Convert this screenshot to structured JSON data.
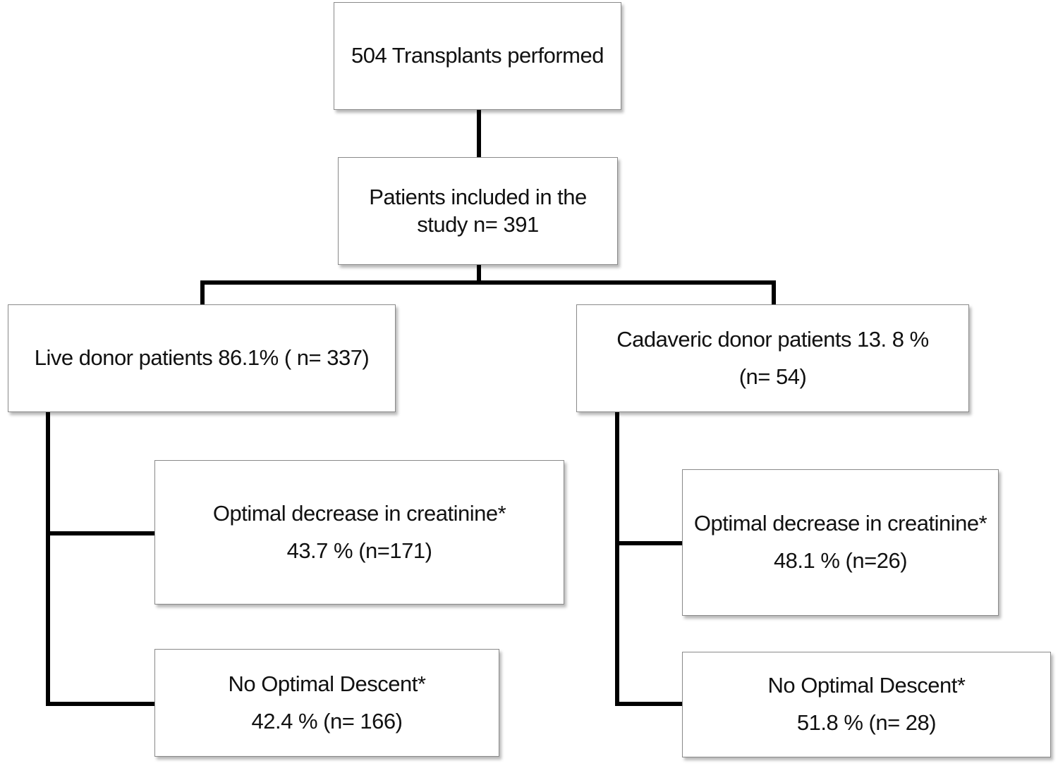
{
  "flowchart": {
    "total": {
      "line1": "504 Transplants performed"
    },
    "included": {
      "line1": "Patients included in the",
      "line2": "study n= 391"
    },
    "live": {
      "line1": "Live donor patients 86.1% ( n= 337)"
    },
    "cadaveric": {
      "line1": "Cadaveric donor patients 13. 8 %",
      "line2": "(n= 54)"
    },
    "live_optimal": {
      "line1": "Optimal decrease in creatinine*",
      "line2": "43.7 % (n=171)"
    },
    "live_no_optimal": {
      "line1": "No Optimal Descent*",
      "line2": "42.4 % (n= 166)"
    },
    "cad_optimal": {
      "line1": "Optimal decrease in creatinine*",
      "line2": "48.1 % (n=26)"
    },
    "cad_no_optimal": {
      "line1": "No Optimal Descent*",
      "line2": "51.8 % (n= 28)"
    }
  },
  "colors": {
    "connector": "#000000",
    "box_border": "#8a8a8a",
    "background": "#ffffff"
  }
}
